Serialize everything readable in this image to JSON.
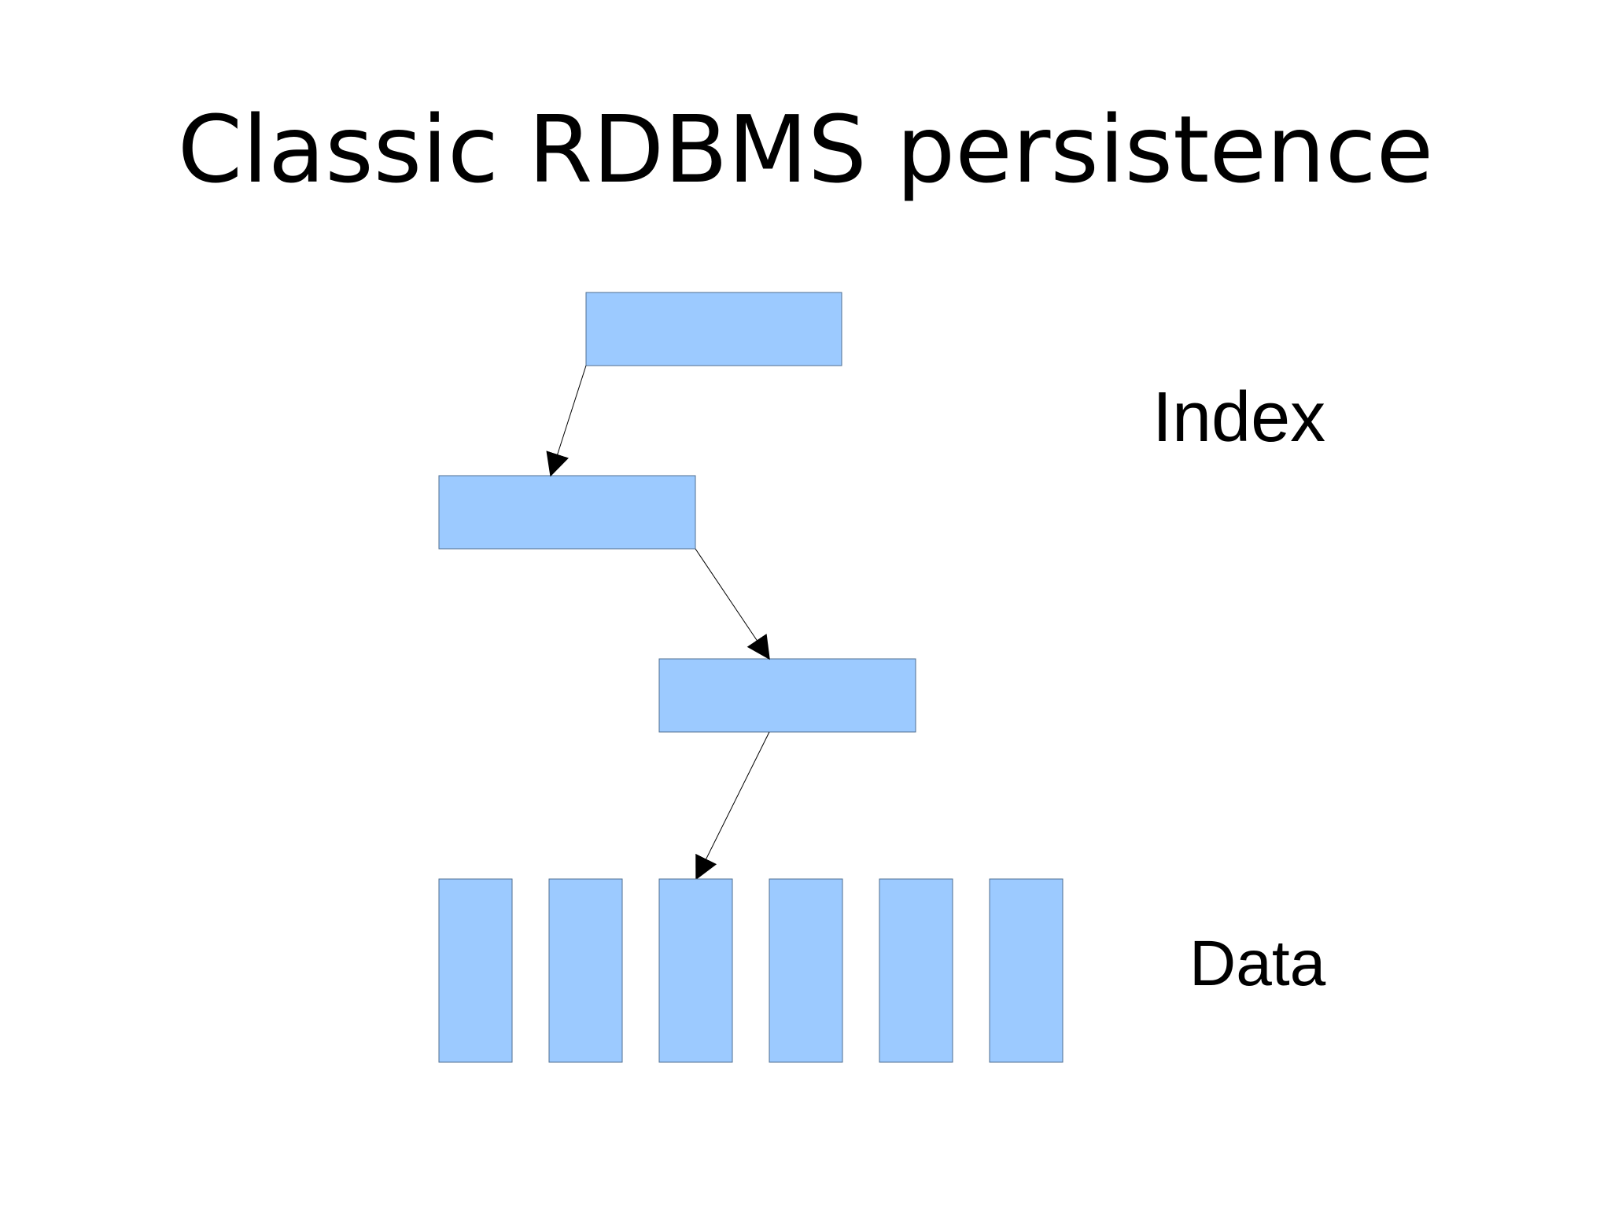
{
  "slide": {
    "title": "Classic RDBMS persistence"
  },
  "diagram": {
    "index_label": "Index",
    "data_label": "Data",
    "colors": {
      "box_fill": "#9ccaff",
      "box_stroke": "#4f6f91",
      "arrow": "#000000",
      "text": "#000000"
    }
  }
}
